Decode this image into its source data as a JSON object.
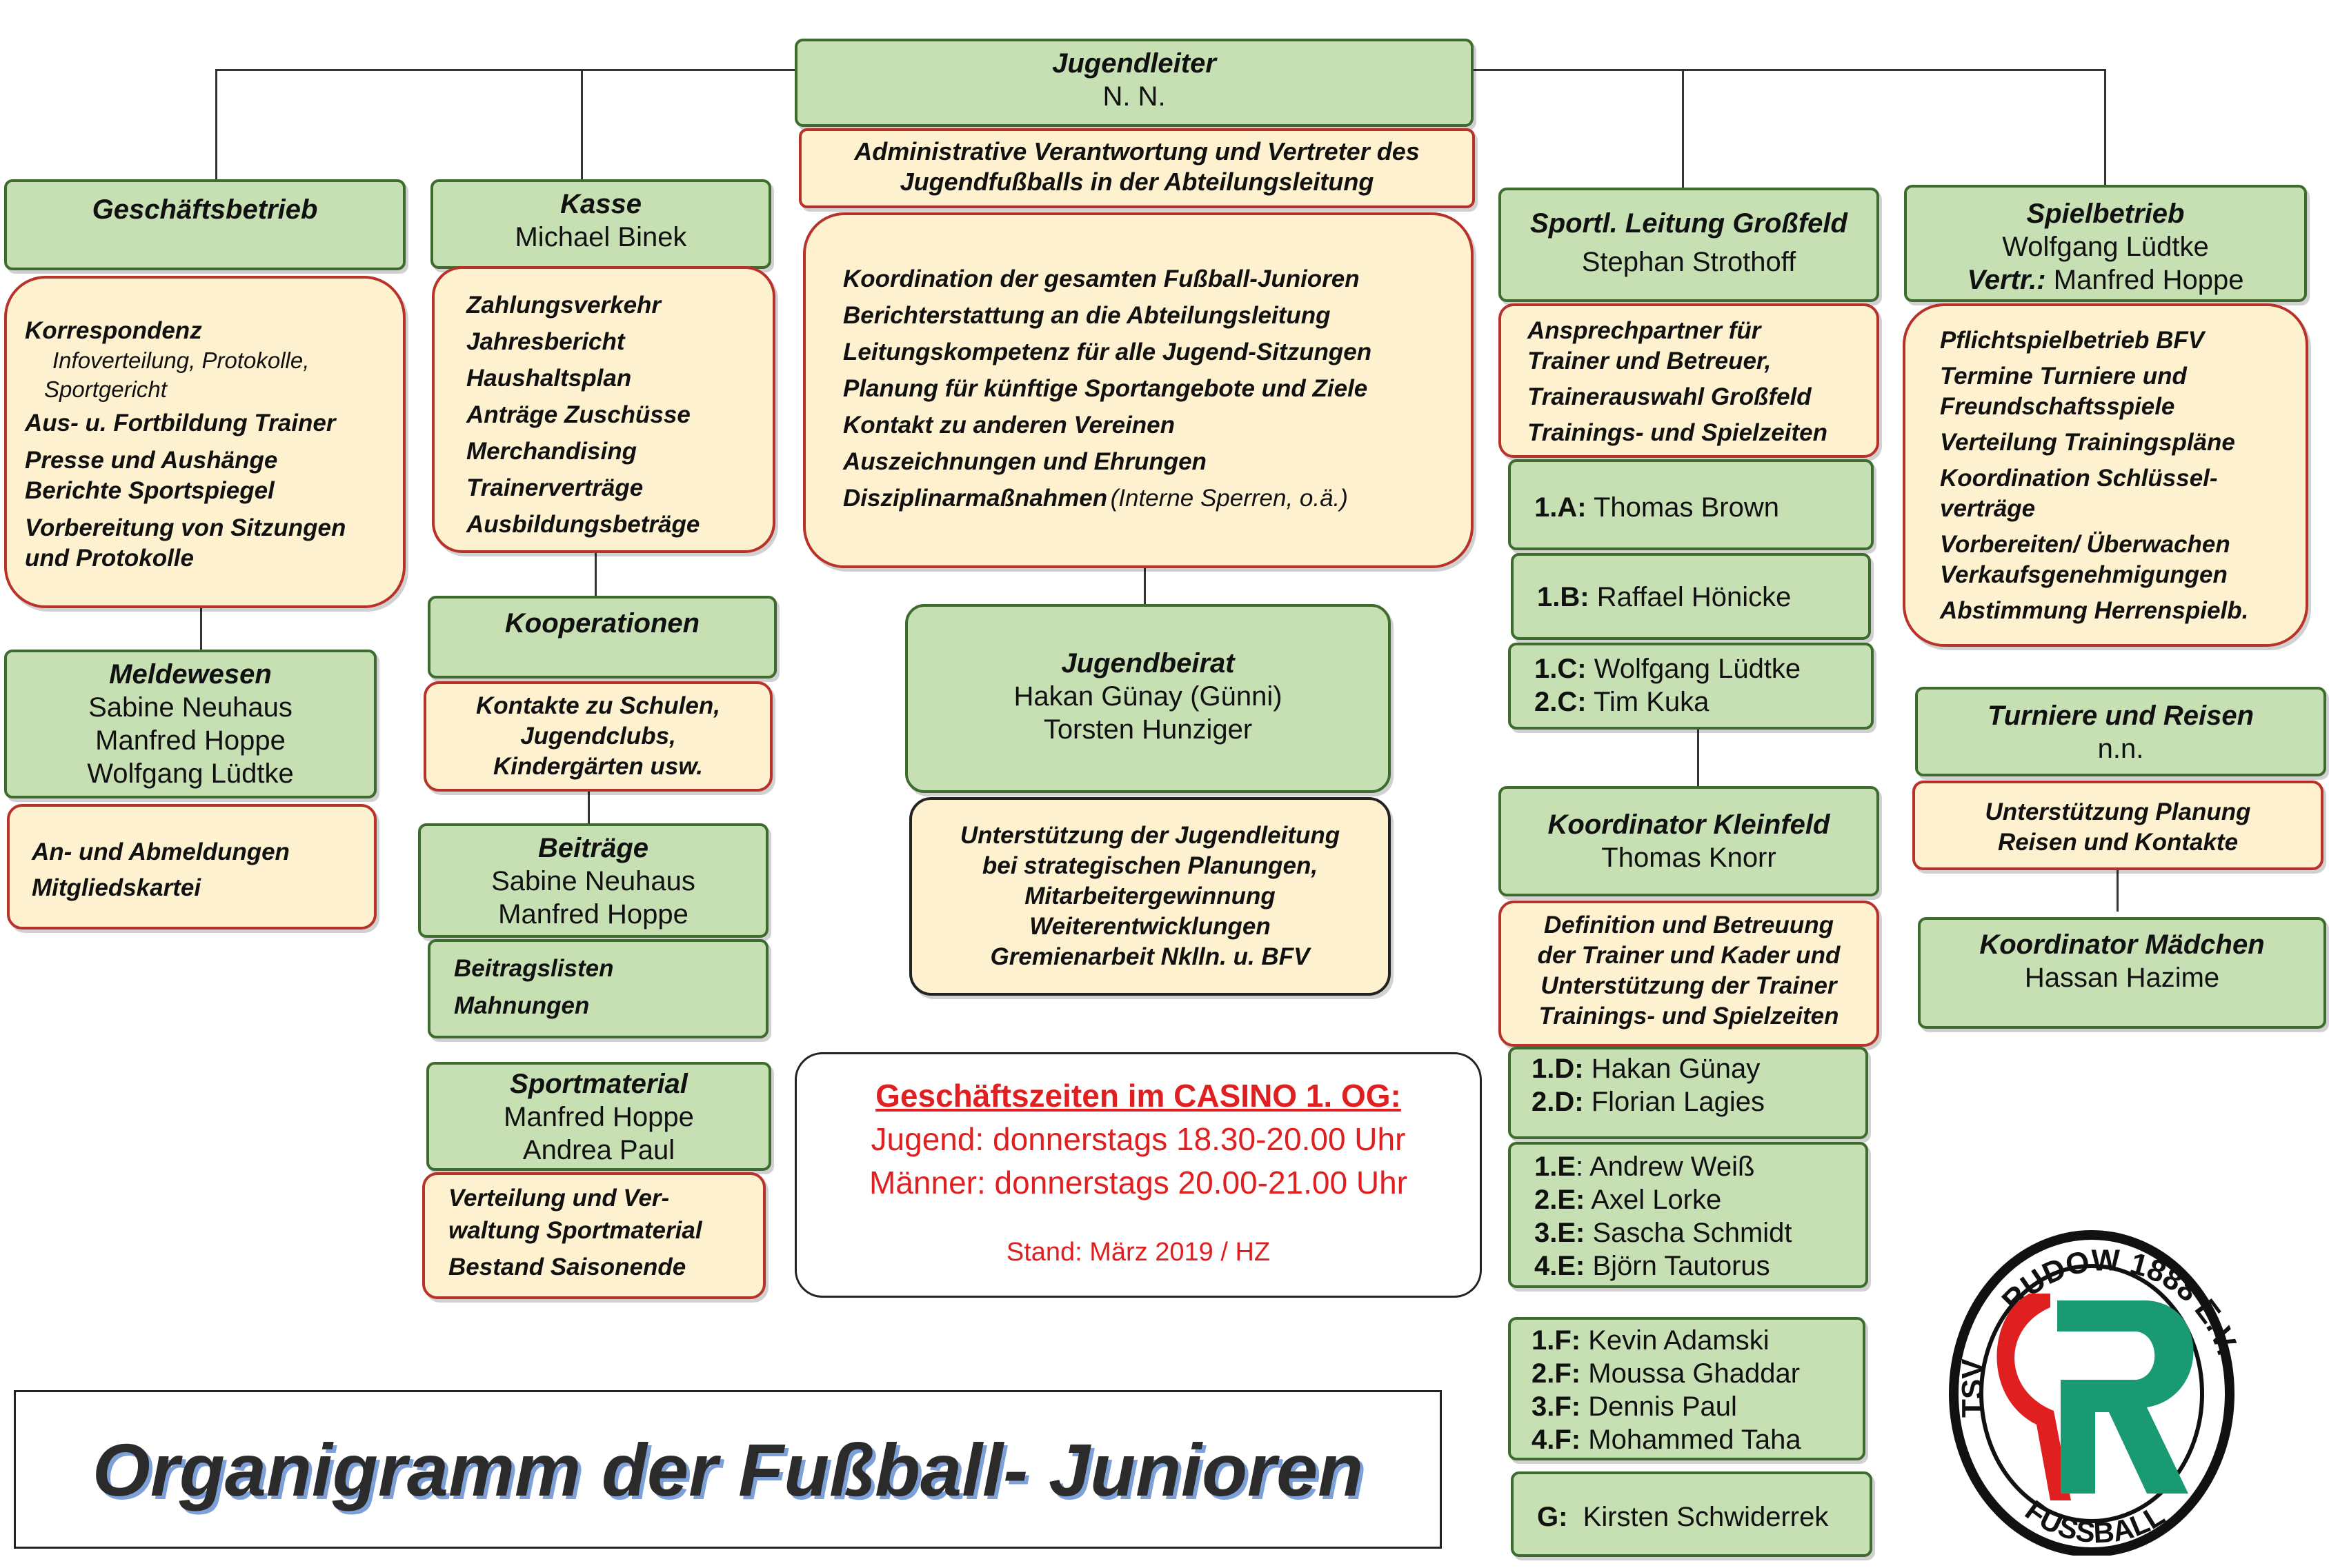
{
  "title": "Organigramm der Fußball- Junioren",
  "jugendleiter": {
    "title": "Jugendleiter",
    "name": "N. N.",
    "role": [
      "Administrative Verantwortung und Vertreter des",
      "Jugendfußballs in der Abteilungsleitung"
    ],
    "tasks": [
      "Koordination der gesamten Fußball-Junioren",
      "Berichterstattung an die Abteilungsleitung",
      "Leitungskompetenz für alle Jugend-Sitzungen",
      "Planung für künftige Sportangebote und Ziele",
      "Kontakt zu anderen Vereinen",
      "Auszeichnungen und Ehrungen",
      "Disziplinarmaßnahmen"
    ],
    "tasks_note": "(Interne Sperren, o.ä.)"
  },
  "geschaeftsbetrieb": {
    "title": "Geschäftsbetrieb",
    "tasks": {
      "korrespondenz": "Korrespondenz",
      "korr_sub1": "Infoverteilung, Protokolle,",
      "korr_sub2": "Sportgericht",
      "l1": "Aus- u. Fortbildung Trainer",
      "l2": "Presse und Aushänge",
      "l3": "Berichte Sportspiegel",
      "l4": "Vorbereitung von Sitzungen",
      "l5": "und Protokolle"
    }
  },
  "meldewesen": {
    "title": "Meldewesen",
    "names": [
      "Sabine Neuhaus",
      "Manfred Hoppe",
      "Wolfgang Lüdtke"
    ],
    "tasks": [
      "An- und Abmeldungen",
      "Mitgliedskartei"
    ]
  },
  "kasse": {
    "title": "Kasse",
    "name": "Michael Binek",
    "tasks": [
      "Zahlungsverkehr",
      "Jahresbericht",
      "Haushaltsplan",
      "Anträge Zuschüsse",
      "Merchandising",
      "Trainerverträge",
      "Ausbildungsbeträge"
    ]
  },
  "kooperationen": {
    "title": "Kooperationen",
    "tasks": [
      "Kontakte zu Schulen,",
      "Jugendclubs,",
      "Kindergärten usw."
    ]
  },
  "beitraege": {
    "title": "Beiträge",
    "names": [
      "Sabine Neuhaus",
      "Manfred Hoppe"
    ],
    "tasks": [
      "Beitragslisten",
      "Mahnungen"
    ]
  },
  "sportmaterial": {
    "title": "Sportmaterial",
    "names": [
      "Manfred Hoppe",
      "Andrea Paul"
    ],
    "tasks": [
      "Verteilung und  Ver-",
      "waltung Sportmaterial",
      "Bestand Saisonende"
    ]
  },
  "jugendbeirat": {
    "title": "Jugendbeirat",
    "names": [
      "Hakan Günay (Günni)",
      "Torsten Hunziger"
    ],
    "tasks": [
      "Unterstützung der Jugendleitung",
      "bei strategischen Planungen,",
      "Mitarbeitergewinnung",
      "Weiterentwicklungen",
      "Gremienarbeit Nklln. u. BFV"
    ]
  },
  "geschaeftszeiten": {
    "title": "Geschäftszeiten im CASINO 1. OG:",
    "jugend": "Jugend: donnerstags 18.30-20.00 Uhr",
    "maenner": "Männer: donnerstags 20.00-21.00 Uhr",
    "stand": "Stand: März 2019 / HZ"
  },
  "grossfeld": {
    "title": "Sportl. Leitung Großfeld",
    "name": "Stephan Strothoff",
    "tasks": [
      "Ansprechpartner für",
      "Trainer und Betreuer,",
      "Trainerauswahl Großfeld",
      "Trainings- und Spielzeiten"
    ]
  },
  "teams_a": [
    {
      "code": "1.A:",
      "name": "Thomas Brown"
    }
  ],
  "teams_b": [
    {
      "code": "1.B:",
      "name": "Raffael Hönicke"
    }
  ],
  "teams_c": [
    {
      "code": "1.C:",
      "name": "Wolfgang Lüdtke"
    },
    {
      "code": "2.C:",
      "name": "Tim Kuka"
    }
  ],
  "kleinfeld": {
    "title": "Koordinator Kleinfeld",
    "name": "Thomas Knorr",
    "tasks": [
      "Definition und Betreuung",
      "der Trainer und Kader und",
      "Unterstützung der Trainer",
      "Trainings- und Spielzeiten"
    ]
  },
  "teams_d": [
    {
      "code": "1.D:",
      "name": "Hakan Günay"
    },
    {
      "code": "2.D:",
      "name": "Florian Lagies"
    }
  ],
  "teams_e": [
    {
      "code": "1.E",
      "name": ": Andrew Weiß"
    },
    {
      "code": "2.E:",
      "name": "Axel Lorke"
    },
    {
      "code": "3.E:",
      "name": "Sascha Schmidt"
    },
    {
      "code": "4.E:",
      "name": "Björn Tautorus"
    }
  ],
  "teams_f": [
    {
      "code": "1.F:",
      "name": "Kevin Adamski"
    },
    {
      "code": "2.F:",
      "name": "Moussa Ghaddar"
    },
    {
      "code": "3.F:",
      "name": "Dennis Paul"
    },
    {
      "code": "4.F:",
      "name": "Mohammed Taha"
    }
  ],
  "teams_g": [
    {
      "code": "G:",
      "name": "Kirsten Schwiderrek"
    }
  ],
  "spielbetrieb": {
    "title": "Spielbetrieb",
    "name": "Wolfgang Lüdtke",
    "vertr_label": "Vertr.:",
    "vertr_name": "Manfred Hoppe",
    "tasks": [
      "Pflichtspielbetrieb BFV",
      "Termine Turniere und",
      "Freundschaftsspiele",
      "Verteilung Trainingspläne",
      "Koordination Schlüssel-",
      "verträge",
      "Vorbereiten/ Überwachen",
      "Verkaufsgenehmigungen",
      "Abstimmung Herrenspielb."
    ]
  },
  "turniere": {
    "title": "Turniere und Reisen",
    "name": "n.n.",
    "tasks": [
      "Unterstützung Planung",
      "Reisen und Kontakte"
    ]
  },
  "maedchen": {
    "title": "Koordinator Mädchen",
    "name": "Hassan Hazime"
  },
  "logo": {
    "top": "RUDOW 1888 E.V.",
    "left": "TSV",
    "bottom": "FUSSBALL",
    "red": "#e02020",
    "green": "#1a9a73"
  }
}
